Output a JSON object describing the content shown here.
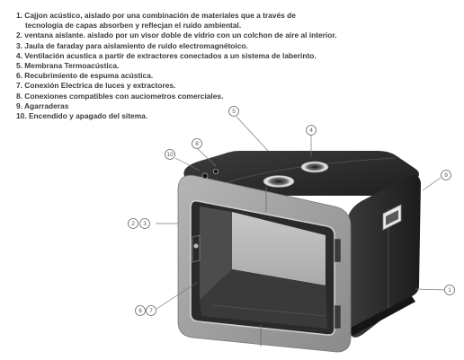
{
  "legend": [
    {
      "lines": [
        "1. Cajjon acústico, aislado por una combinación de  materiales que  a través de",
        "tecnología de capas absorben y reflecjan el ruido ambiental."
      ]
    },
    {
      "lines": [
        "2. ventana  aislante. aislado por un visor doble de vidrio con un colchon de aire al interior."
      ]
    },
    {
      "lines": [
        "3. Jaula de faraday para aislamiento de ruido electromagnétoico."
      ]
    },
    {
      "lines": [
        "4. Ventilación acustica a partir de extractores conectados a un sistema de laberinto."
      ]
    },
    {
      "lines": [
        "5. Membrana Termoacústica."
      ]
    },
    {
      "lines": [
        "6. Recubrimiento de espuma acústica."
      ]
    },
    {
      "lines": [
        "7. Conexión Electrica de luces y extractores."
      ]
    },
    {
      "lines": [
        "8. Conexiones compatibles con auciometros comerciales."
      ]
    },
    {
      "lines": [
        "9. Agarraderas"
      ]
    },
    {
      "lines": [
        "10. Encendido y apagado del sitema."
      ]
    }
  ],
  "callouts": {
    "c1": "1",
    "c2": "2",
    "c3": "3",
    "c4": "4",
    "c5": "5",
    "c6": "6",
    "c7": "7",
    "c8": "8",
    "c9": "9",
    "c10": "10"
  },
  "colors": {
    "body_dark": "#2b2b2b",
    "body_mid": "#4a4a4a",
    "frame_light": "#9a9a9a",
    "interior": "#bdbdbd",
    "callout_line": "#777777"
  }
}
